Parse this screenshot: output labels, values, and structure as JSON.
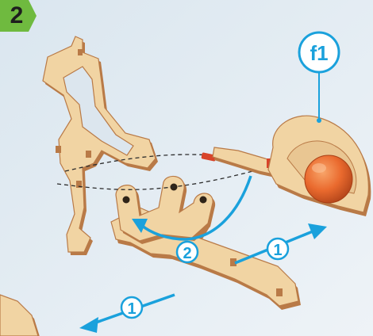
{
  "step": {
    "number": "2"
  },
  "callout": {
    "part_label": "f1"
  },
  "arrows": [
    {
      "number": "1"
    },
    {
      "number": "2"
    },
    {
      "number": "1"
    }
  ],
  "colors": {
    "background": "#e3ecf3",
    "wood_face": "#f1d4a3",
    "wood_edge": "#b97a47",
    "accent_blue": "#1aa1dc",
    "step_badge": "#6fba3f",
    "ball": "#ea6a2e"
  }
}
